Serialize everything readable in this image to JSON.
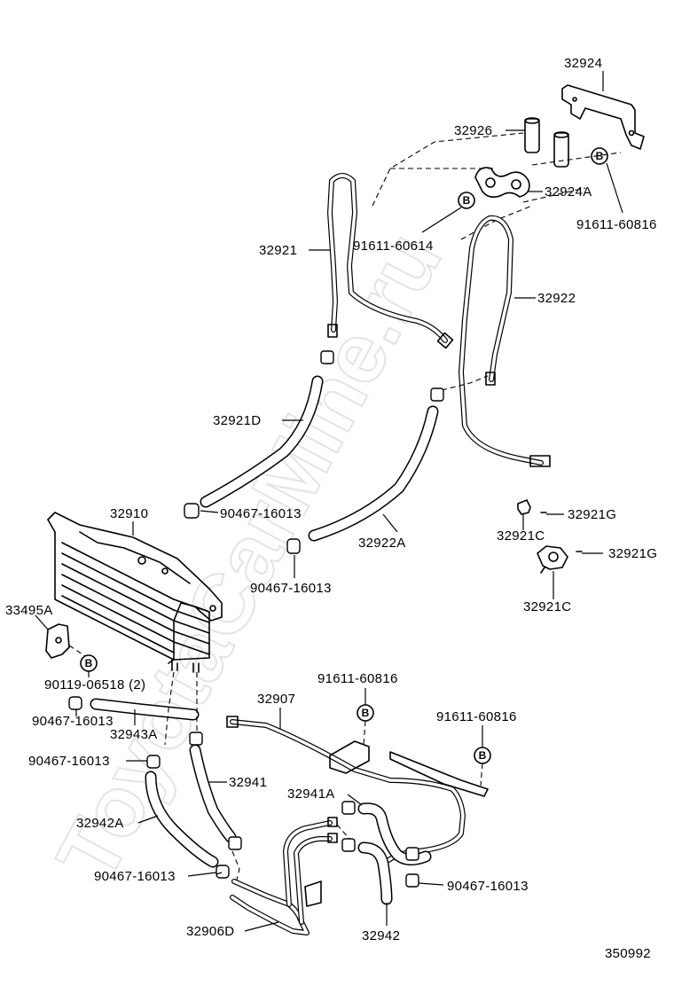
{
  "watermark": "ToyotaCarMine.ru",
  "bolt_symbol": "B",
  "figure_number": "350992",
  "labels": {
    "p32924": "32924",
    "p32926": "32926",
    "p32924A": "32924A",
    "p91611_60614": "91611-60614",
    "p91611_60816_top": "91611-60816",
    "p32921": "32921",
    "p32922": "32922",
    "p32921D": "32921D",
    "p90467_16013_a": "90467-16013",
    "p32922A": "32922A",
    "p90467_16013_b": "90467-16013",
    "p32910": "32910",
    "p32921G_1": "32921G",
    "p32921C_1": "32921C",
    "p32921G_2": "32921G",
    "p32921C_2": "32921C",
    "p33495A": "33495A",
    "p90119_06518": "90119-06518 (2)",
    "p91611_60816_mid": "91611-60816",
    "p32907": "32907",
    "p90467_16013_c": "90467-16013",
    "p32943A": "32943A",
    "p91611_60816_right": "91611-60816",
    "p90467_16013_d": "90467-16013",
    "p32941": "32941",
    "p32941A": "32941A",
    "p32942A": "32942A",
    "p90467_16013_e": "90467-16013",
    "p90467_16013_f": "90467-16013",
    "p32906D": "32906D",
    "p32942": "32942"
  }
}
